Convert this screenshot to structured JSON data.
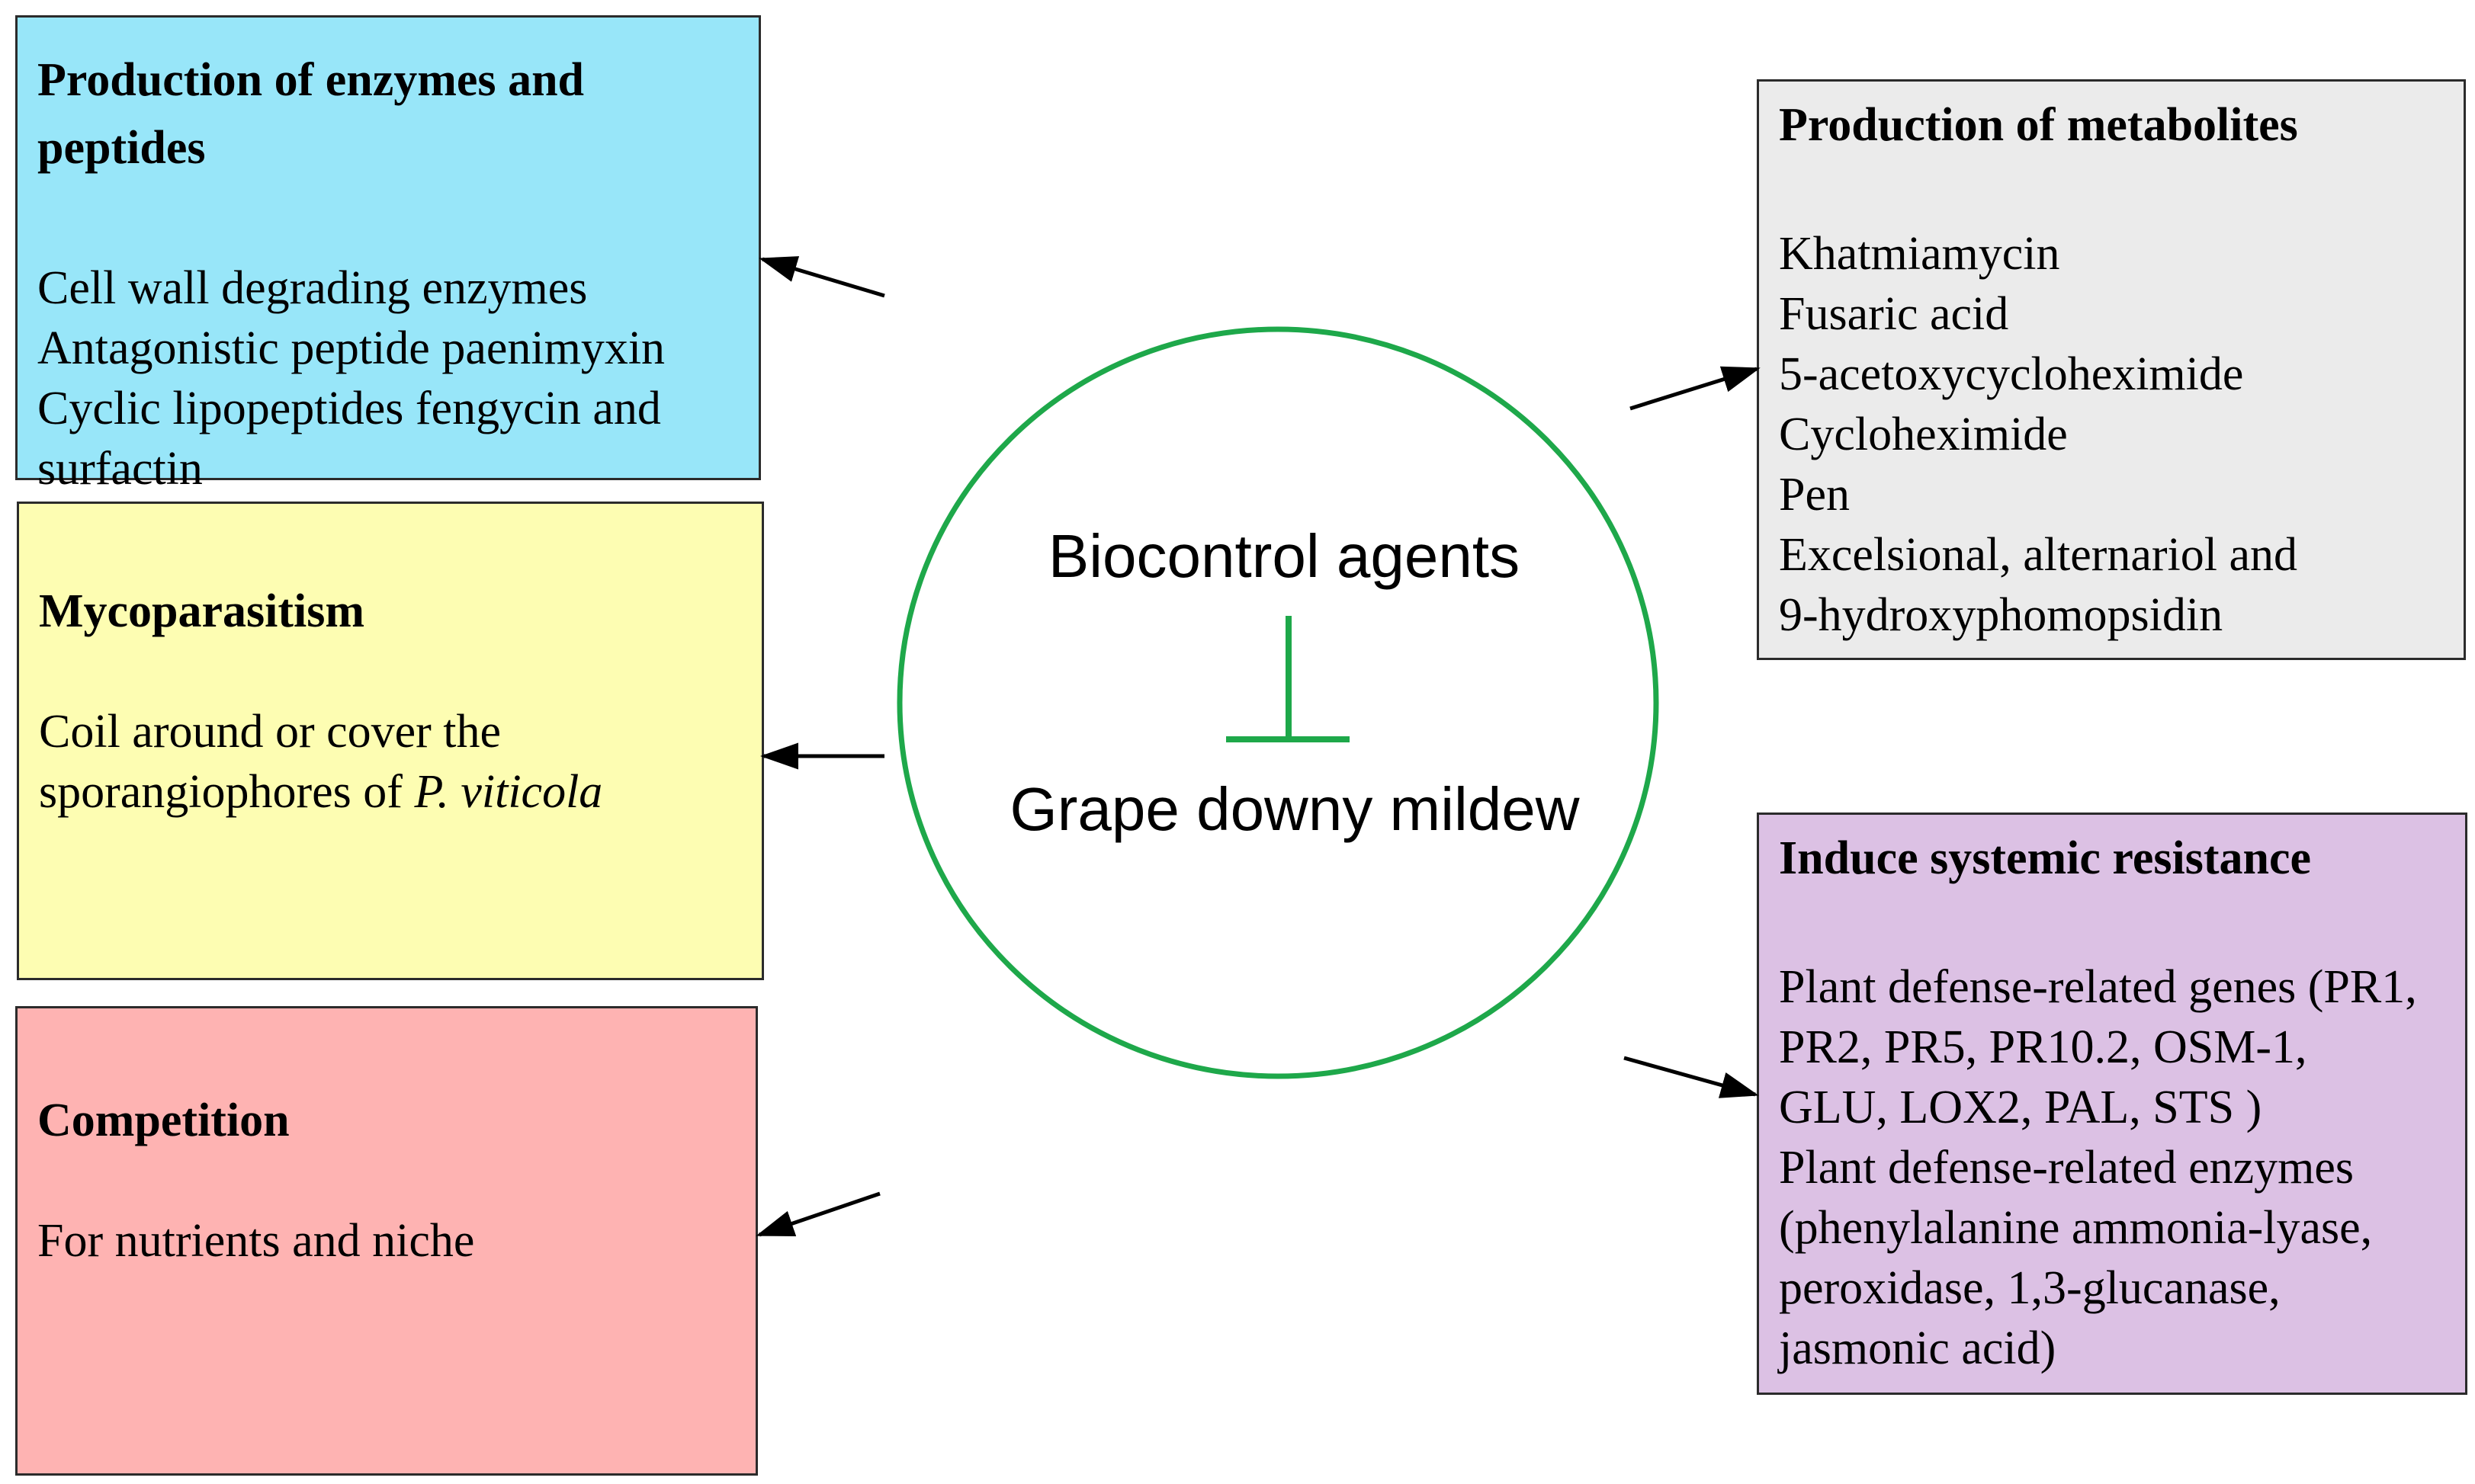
{
  "colors": {
    "enzymes_box": "#98e6f9",
    "mycoparasitism_box": "#fdfdb2",
    "competition_box": "#feb3b2",
    "metabolites_box": "#ebebeb",
    "isr_box": "#dcc1e4",
    "circle_and_symbol": "#1ea84a",
    "arrows": "#000000"
  },
  "center": {
    "top_label": "Biocontrol agents",
    "bottom_label": "Grape downy mildew",
    "symbol_icon": "inhibition-t-bar-icon"
  },
  "enzymes": {
    "heading_line1": "Production of enzymes and",
    "heading_line2": "peptides",
    "items": [
      "Cell wall degrading enzymes",
      "Antagonistic peptide paenimyxin",
      "Cyclic lipopeptides fengycin and",
      "surfactin"
    ]
  },
  "mycoparasitism": {
    "heading": "Mycoparasitism",
    "line1": "Coil around or cover the",
    "line2_prefix": "sporangiophores of ",
    "line2_italic": "P. viticola"
  },
  "competition": {
    "heading": "Competition",
    "text": "For nutrients and niche"
  },
  "metabolites": {
    "heading": "Production of metabolites",
    "items": [
      "Khatmiamycin",
      "Fusaric acid",
      "5-acetoxycycloheximide",
      "Cycloheximide",
      "Pen",
      "Excelsional, alternariol and",
      "9-hydroxyphomopsidin"
    ]
  },
  "isr": {
    "heading": "Induce systemic resistance",
    "items": [
      "Plant defense-related genes (PR1,",
      "PR2, PR5, PR10.2, OSM-1,",
      "GLU, LOX2, PAL, STS )",
      "Plant defense-related enzymes",
      "(phenylalanine ammonia-lyase,",
      "peroxidase, 1,3-glucanase,",
      "jasmonic acid)"
    ]
  }
}
